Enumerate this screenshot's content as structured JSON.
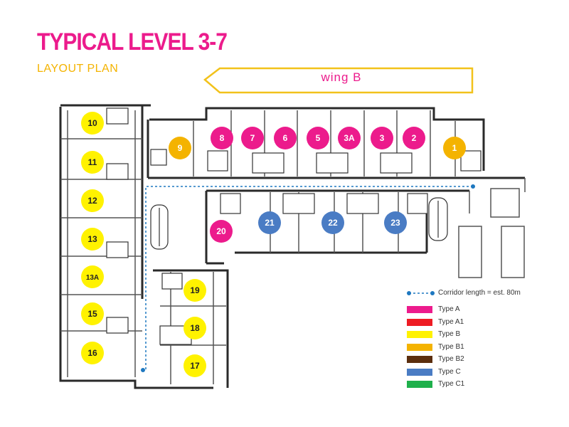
{
  "header": {
    "title": "TYPICAL LEVEL 3-7",
    "subtitle": "LAYOUT PLAN",
    "title_color": "#ec1b8c",
    "subtitle_color": "#f4b300"
  },
  "wing": {
    "label": "wing  B",
    "arrow_color": "#f2c21b"
  },
  "corridor": {
    "note": "Corridor length = est. 80m",
    "color": "#1e78c0"
  },
  "units": [
    {
      "id": "10",
      "type": "Type B"
    },
    {
      "id": "11",
      "type": "Type B"
    },
    {
      "id": "12",
      "type": "Type B"
    },
    {
      "id": "13",
      "type": "Type B"
    },
    {
      "id": "13A",
      "type": "Type B"
    },
    {
      "id": "15",
      "type": "Type B"
    },
    {
      "id": "16",
      "type": "Type B"
    },
    {
      "id": "9",
      "type": "Type B1"
    },
    {
      "id": "8",
      "type": "Type A"
    },
    {
      "id": "7",
      "type": "Type A"
    },
    {
      "id": "6",
      "type": "Type A"
    },
    {
      "id": "5",
      "type": "Type A"
    },
    {
      "id": "3A",
      "type": "Type A"
    },
    {
      "id": "3",
      "type": "Type A"
    },
    {
      "id": "2",
      "type": "Type A"
    },
    {
      "id": "1",
      "type": "Type B1"
    },
    {
      "id": "20",
      "type": "Type A"
    },
    {
      "id": "21",
      "type": "Type C"
    },
    {
      "id": "22",
      "type": "Type C"
    },
    {
      "id": "23",
      "type": "Type C"
    },
    {
      "id": "19",
      "type": "Type B"
    },
    {
      "id": "18",
      "type": "Type B"
    },
    {
      "id": "17",
      "type": "Type B"
    }
  ],
  "legend": [
    {
      "label": "Type A",
      "color": "#ec1b8c"
    },
    {
      "label": "Type A1",
      "color": "#ee1c24"
    },
    {
      "label": "Type B",
      "color": "#fff200"
    },
    {
      "label": "Type B1",
      "color": "#f4b300"
    },
    {
      "label": "Type B2",
      "color": "#5b2e0e"
    },
    {
      "label": "Type C",
      "color": "#4a7cc4"
    },
    {
      "label": "Type C1",
      "color": "#1fb04b"
    }
  ],
  "icons": {
    "arrow": "left-arrow-icon",
    "stair": "staircase-icon",
    "toilet": "toilet-icon"
  }
}
